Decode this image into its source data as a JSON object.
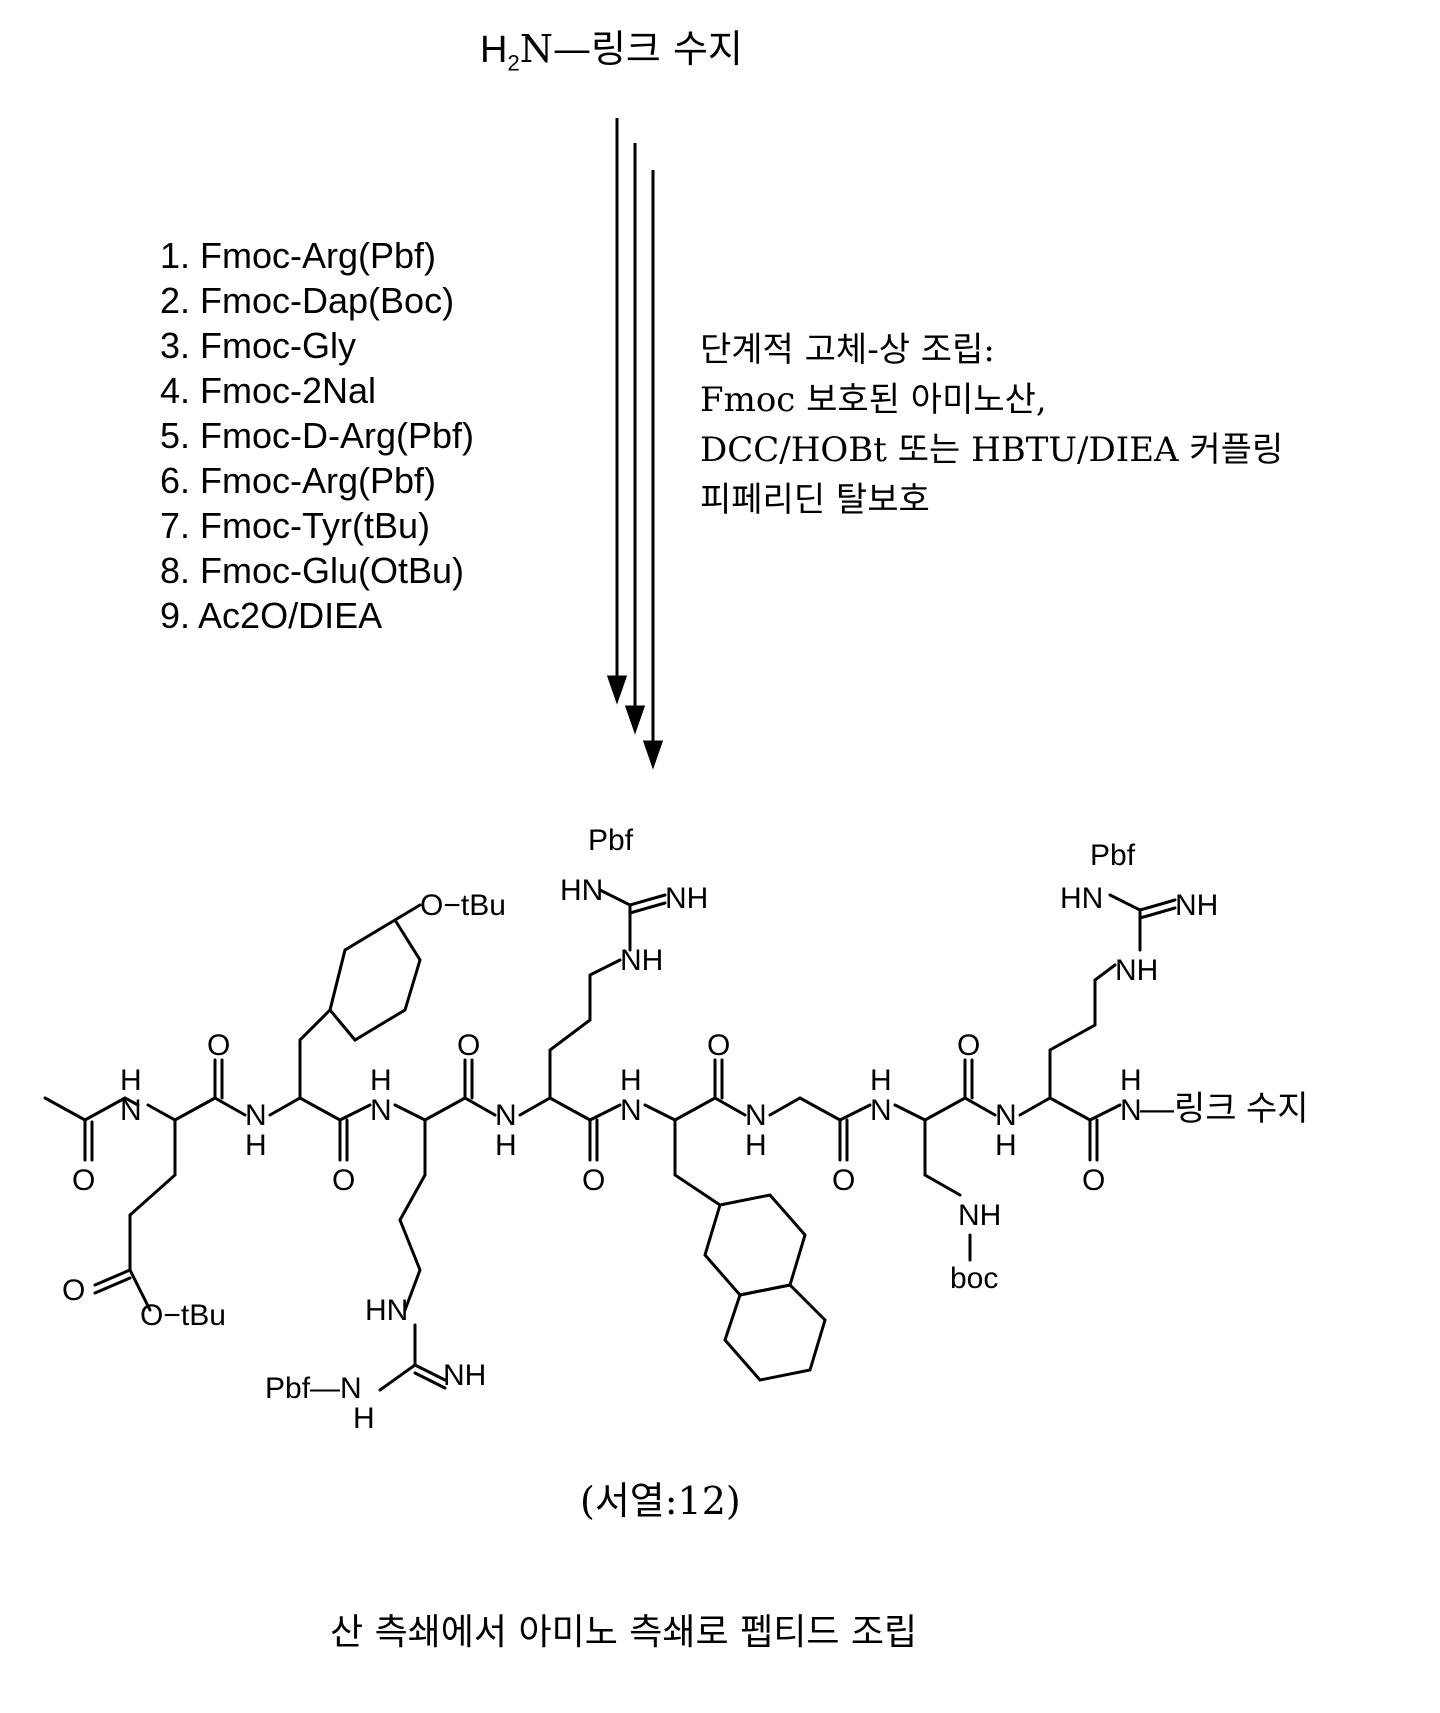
{
  "start": {
    "prefix": "H",
    "subscript": "2",
    "suffix": "N—링크 수지"
  },
  "reagents": [
    "1. Fmoc-Arg(Pbf)",
    "2. Fmoc-Dap(Boc)",
    "3. Fmoc-Gly",
    "4. Fmoc-2Nal",
    "5. Fmoc-D-Arg(Pbf)",
    "6. Fmoc-Arg(Pbf)",
    "7. Fmoc-Tyr(tBu)",
    "8. Fmoc-Glu(OtBu)",
    "9. Ac2O/DIEA"
  ],
  "conditions": [
    "단계적 고체-상 조립:",
    "Fmoc 보호된 아미노산,",
    "DCC/HOBt 또는 HBTU/DIEA 커플링",
    "피페리딘 탈보호"
  ],
  "structure": {
    "labels": {
      "n1": "N",
      "h1": "H",
      "n2": "N",
      "h2": "H",
      "n3": "N",
      "h3": "H",
      "n4": "N",
      "h4": "H",
      "n5": "N",
      "h5": "H",
      "n6": "N",
      "h6": "H",
      "n7": "N",
      "h7": "H",
      "n8": "N",
      "h8": "H",
      "n9": "N",
      "h9": "H",
      "o": "O",
      "link": "—링크 수지",
      "otbu_tyr": "O−tBu",
      "otbu_glu": "O−tBu",
      "pbf": "Pbf",
      "pbf_n": "Pbf—N",
      "hn": "HN",
      "nh": "NH",
      "nh_eq": "NH",
      "boc": "boc"
    }
  },
  "sequence_label": "(서열:12)",
  "caption": "산 측쇄에서 아미노 측쇄로 펩티드 조립"
}
